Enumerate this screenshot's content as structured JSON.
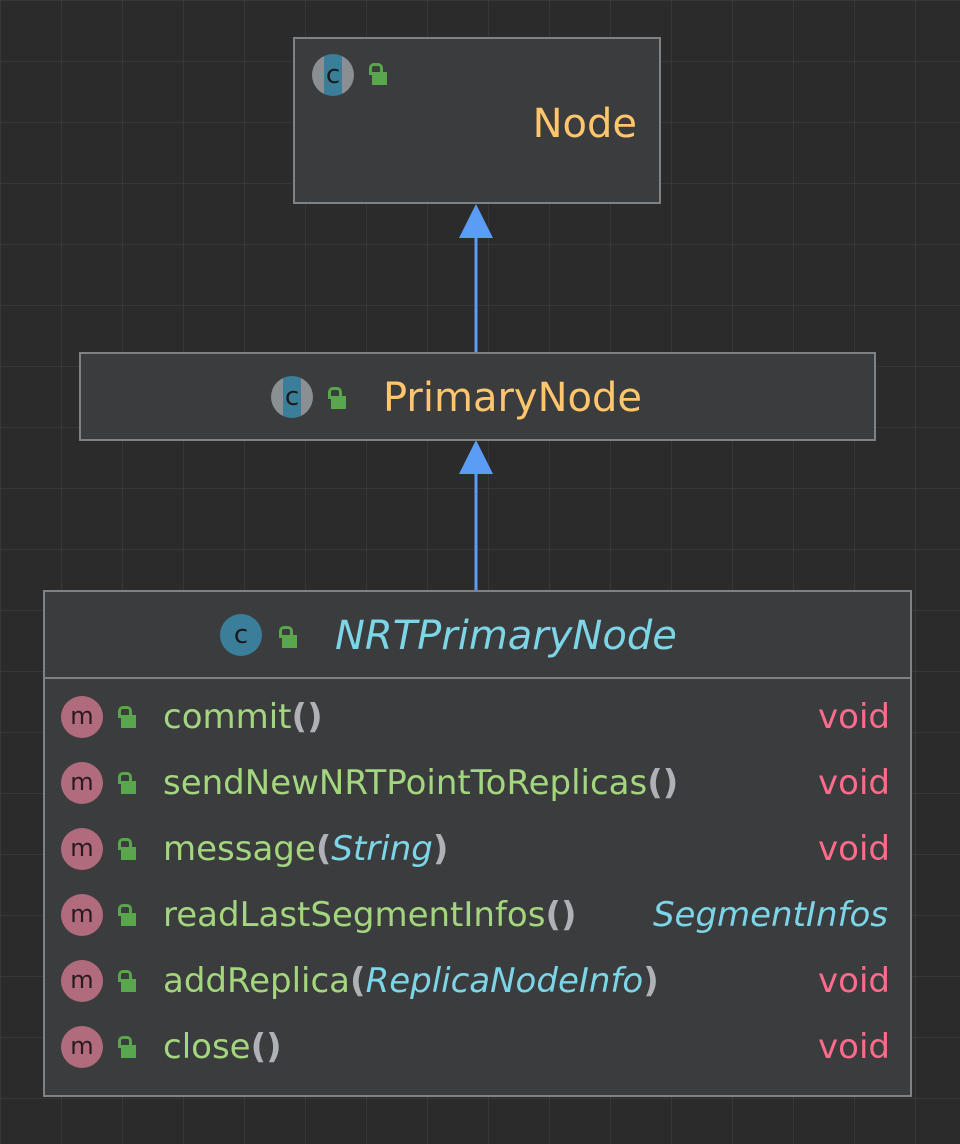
{
  "colors": {
    "background": "#2b2b2b",
    "box_fill": "#3b3c3d",
    "box_border": "#7f8285",
    "class_name": "#ffc66d",
    "abstract_class_name": "#7dd6e8",
    "method_name": "#a3d67e",
    "return_void": "#ff6b8b",
    "param_type": "#7dd6e8",
    "edge": "#5b9cf5",
    "public_lock": "#5aa64c"
  },
  "classes": {
    "node": {
      "name": "Node",
      "icon": "class-icon",
      "visibility_icon": "public-lock-icon"
    },
    "primary_node": {
      "name": "PrimaryNode",
      "icon": "class-icon",
      "visibility_icon": "public-lock-icon"
    },
    "nrt_primary_node": {
      "name": "NRTPrimaryNode",
      "icon": "class-icon",
      "visibility_icon": "public-lock-icon",
      "methods": [
        {
          "name": "commit",
          "open": "(",
          "param": "",
          "close": ")",
          "return": "void"
        },
        {
          "name": "sendNewNRTPointToReplicas",
          "open": "(",
          "param": "",
          "close": ")",
          "return": "void"
        },
        {
          "name": "message",
          "open": "(",
          "param": "String",
          "close": ")",
          "return": "void"
        },
        {
          "name": "readLastSegmentInfos",
          "open": "(",
          "param": "",
          "close": ")",
          "return": "SegmentInfos"
        },
        {
          "name": "addReplica",
          "open": "(",
          "param": "ReplicaNodeInfo",
          "close": ")",
          "return": "void"
        },
        {
          "name": "close",
          "open": "(",
          "param": "",
          "close": ")",
          "return": "void"
        }
      ]
    }
  },
  "method_icon_letter": "m",
  "class_icon_letter": "c",
  "edges": [
    {
      "from": "PrimaryNode",
      "to": "Node",
      "kind": "extends"
    },
    {
      "from": "NRTPrimaryNode",
      "to": "PrimaryNode",
      "kind": "extends"
    }
  ]
}
